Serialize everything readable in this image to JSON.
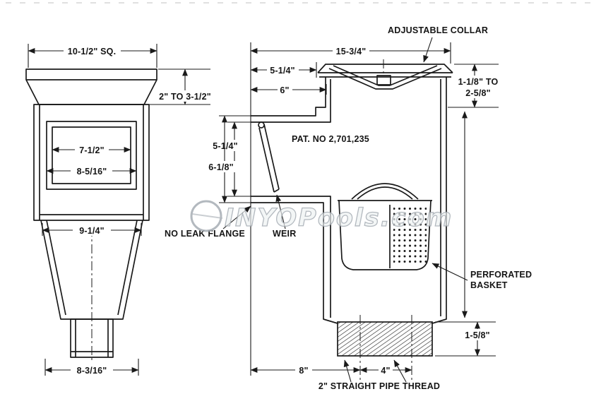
{
  "watermark": {
    "text": "INYOPools.com"
  },
  "front_view": {
    "dim_top_width": "10-1/2\" SQ.",
    "dim_collar_height": "2\" TO 3-1/2\"",
    "dim_window_inner": "7-1/2\"",
    "dim_window_outer": "8-5/16\"",
    "dim_body_width": "9-1/4\"",
    "dim_base_width": "8-3/16\""
  },
  "section_view": {
    "label_adjustable_collar": "ADJUSTABLE COLLAR",
    "label_patent": "PAT. NO 2,701,235",
    "label_no_leak_flange": "NO LEAK FLANGE",
    "label_weir": "WEIR",
    "label_perforated": "PERFORATED",
    "label_basket": "BASKET",
    "label_pipe_thread": "2\" STRAIGHT PIPE THREAD",
    "dim_overall_width": "15-3/4\"",
    "dim_throat_depth": "5-1/4\"",
    "dim_collar_inset": "6\"",
    "dim_collar_travel_1": "1-1/8\" TO",
    "dim_collar_travel_2": "2-5/8\"",
    "dim_throat_inner": "5-1/4\"",
    "dim_throat_outer": "6-1/8\"",
    "dim_thread_height": "1-5/8\"",
    "dim_port_offset": "8\"",
    "dim_port_spacing": "4\""
  }
}
